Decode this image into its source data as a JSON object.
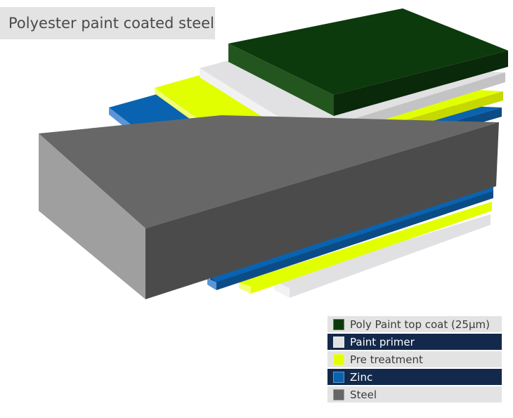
{
  "title": "Polyester paint coated steel",
  "legend": [
    {
      "label": "Poly Paint top coat (25μm)",
      "color": "#0c3a0c",
      "icon": "dark-green-square"
    },
    {
      "label": "Paint primer",
      "color": "#e1e1e1",
      "icon": "light-grey-square"
    },
    {
      "label": "Pre treatment",
      "color": "#e2ff00",
      "icon": "yellow-square"
    },
    {
      "label": "Zinc",
      "color": "#0a63b0",
      "icon": "blue-square"
    },
    {
      "label": "Steel",
      "color": "#666666",
      "icon": "grey-square"
    }
  ],
  "layer_colors": {
    "topcoat_top": "#0c3a0c",
    "topcoat_front": "#0a280a",
    "topcoat_side": "#23561f",
    "primer_top": "#e1e1e3",
    "primer_front": "#c3c3c5",
    "primer_side": "#f2f2f4",
    "pretreat_top": "#e2ff00",
    "pretreat_front": "#c6d800",
    "pretreat_side": "#f3ff70",
    "zinc_top": "#0a63b0",
    "zinc_front": "#0c4c86",
    "zinc_side": "#5b95d5",
    "steel_top": "#676767",
    "steel_front": "#4b4b4b",
    "steel_side": "#9f9f9f"
  }
}
